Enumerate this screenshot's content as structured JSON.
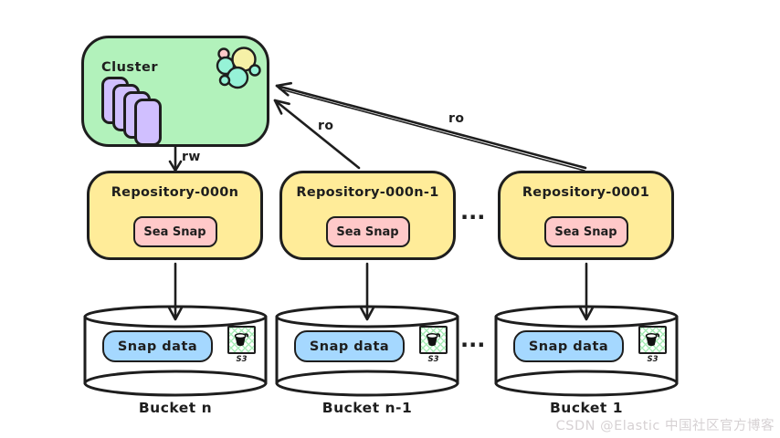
{
  "colors": {
    "stroke": "#1e1e1e",
    "cluster_fill": "#b2f2bb",
    "node_fill": "#d0bfff",
    "repository_fill": "#ffec99",
    "snapshot_fill": "#ffc9c9",
    "bucket_data_fill": "#a5d8ff",
    "s3_hatch": "#a9ecb8",
    "watermark_color": "#d6d1d3"
  },
  "cluster": {
    "label": "Cluster"
  },
  "edges": {
    "rw_label": "rw",
    "ro_label_repo_n1": "ro",
    "ro_label_repo_1": "ro"
  },
  "repositories": [
    {
      "title": "Repository-000n",
      "snapshot_label": "Sea Snap"
    },
    {
      "title": "Repository-000n-1",
      "snapshot_label": "Sea Snap"
    },
    {
      "title": "Repository-0001",
      "snapshot_label": "Sea Snap"
    }
  ],
  "ellipsis": {
    "repos": "...",
    "buckets": "..."
  },
  "buckets": [
    {
      "data_label": "Snap data",
      "icon_caption": "S3",
      "caption": "Bucket n"
    },
    {
      "data_label": "Snap data",
      "icon_caption": "S3",
      "caption": "Bucket n-1"
    },
    {
      "data_label": "Snap data",
      "icon_caption": "S3",
      "caption": "Bucket 1"
    }
  ],
  "watermark": "CSDN @Elastic 中国社区官方博客"
}
